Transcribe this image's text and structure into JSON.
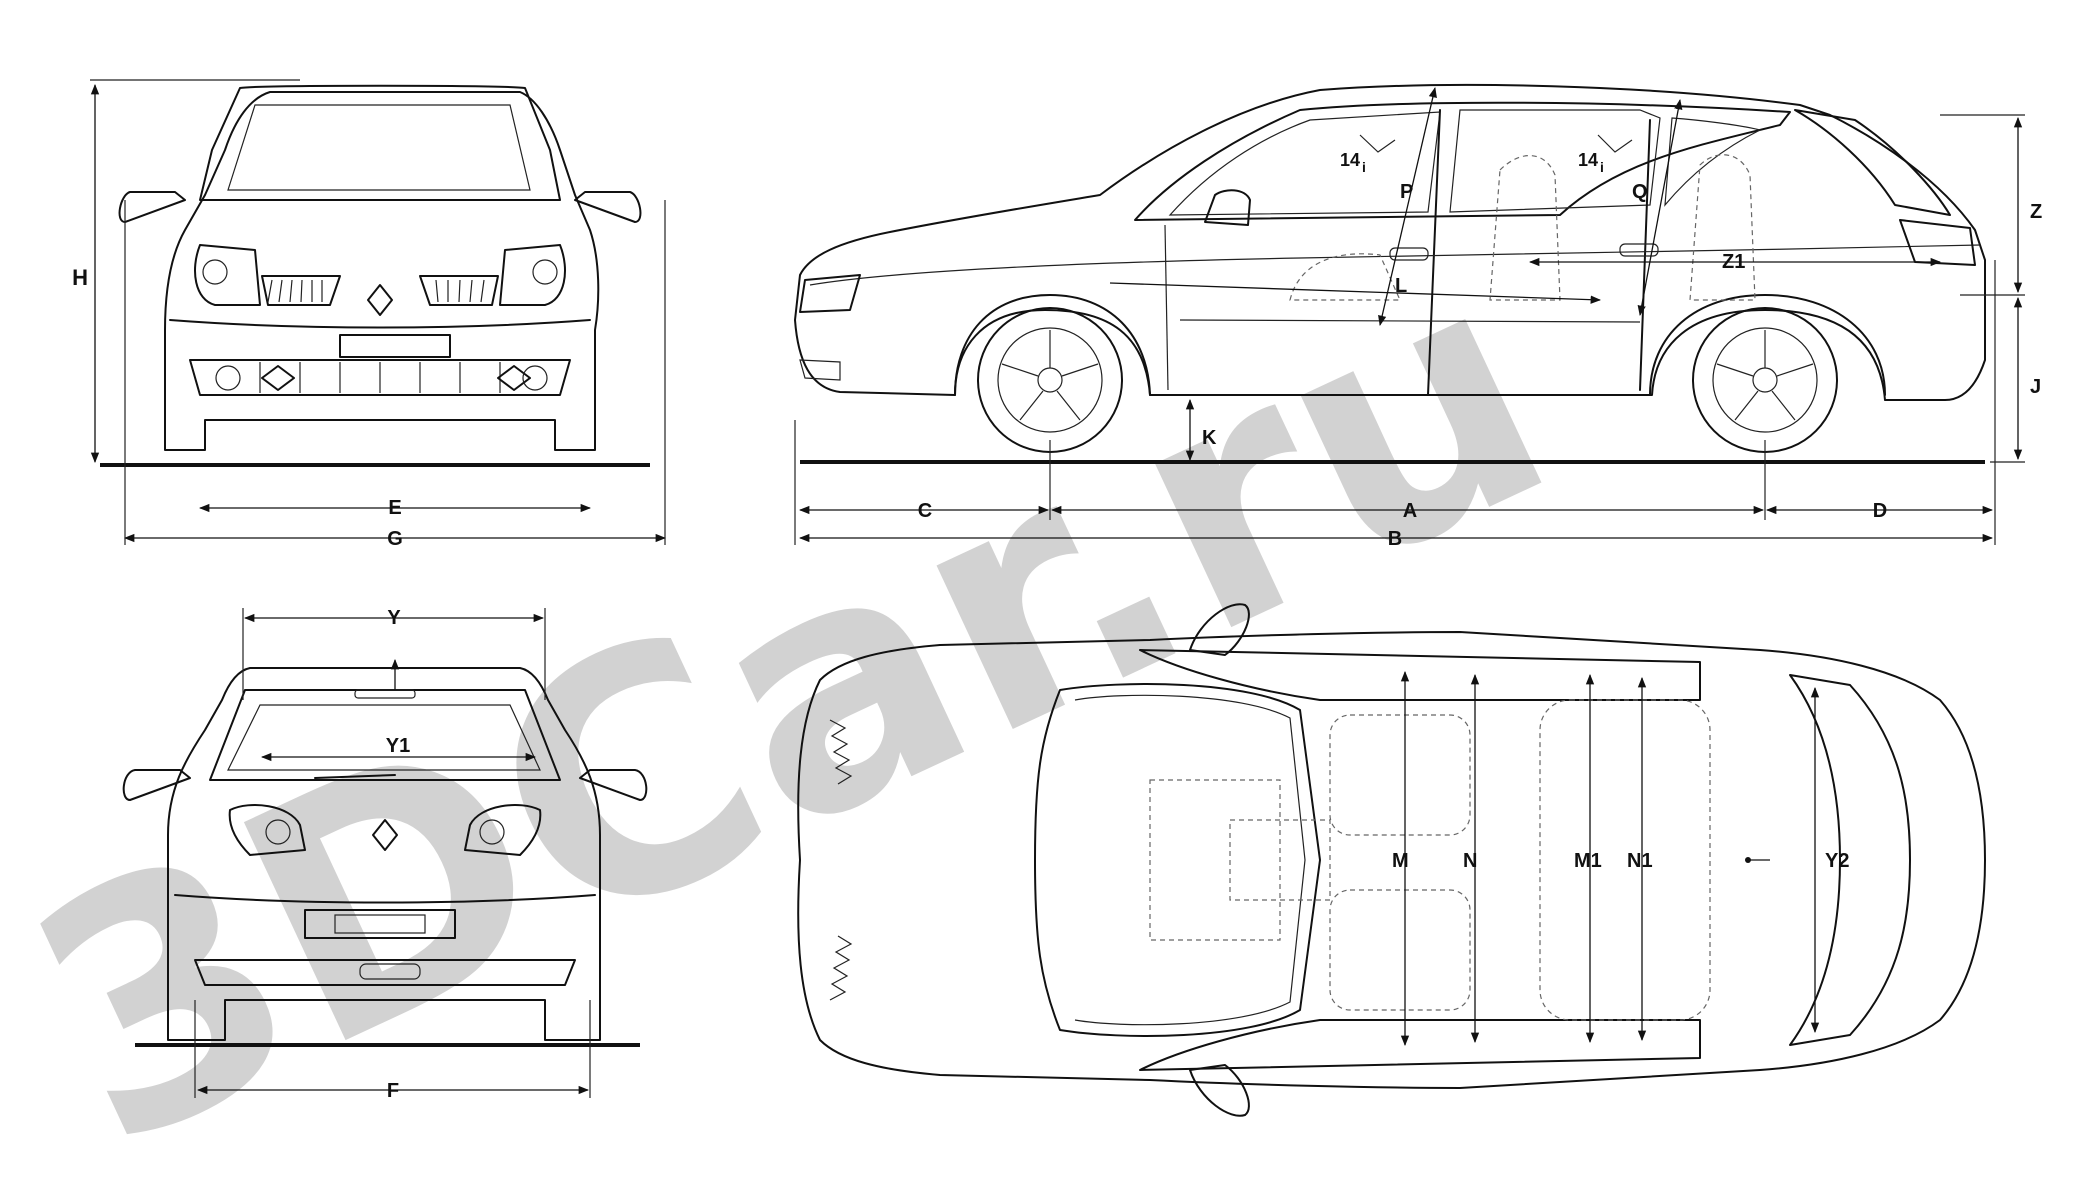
{
  "watermark": {
    "text": "3DCar.ru",
    "color": "#d2d2d2"
  },
  "dimensions": {
    "H": "H",
    "E": "E",
    "G": "G",
    "C": "C",
    "A": "A",
    "D": "D",
    "B": "B",
    "K": "K",
    "J": "J",
    "Z": "Z",
    "Z1": "Z1",
    "P": "P",
    "Q": "Q",
    "L": "L",
    "angle_front": "14",
    "angle_rear": "14",
    "angle_unit": "i",
    "Y": "Y",
    "Y1": "Y1",
    "F": "F",
    "M": "M",
    "N": "N",
    "M1": "M1",
    "N1": "N1",
    "Y2": "Y2"
  },
  "colors": {
    "line": "#111111",
    "background": "#ffffff"
  }
}
